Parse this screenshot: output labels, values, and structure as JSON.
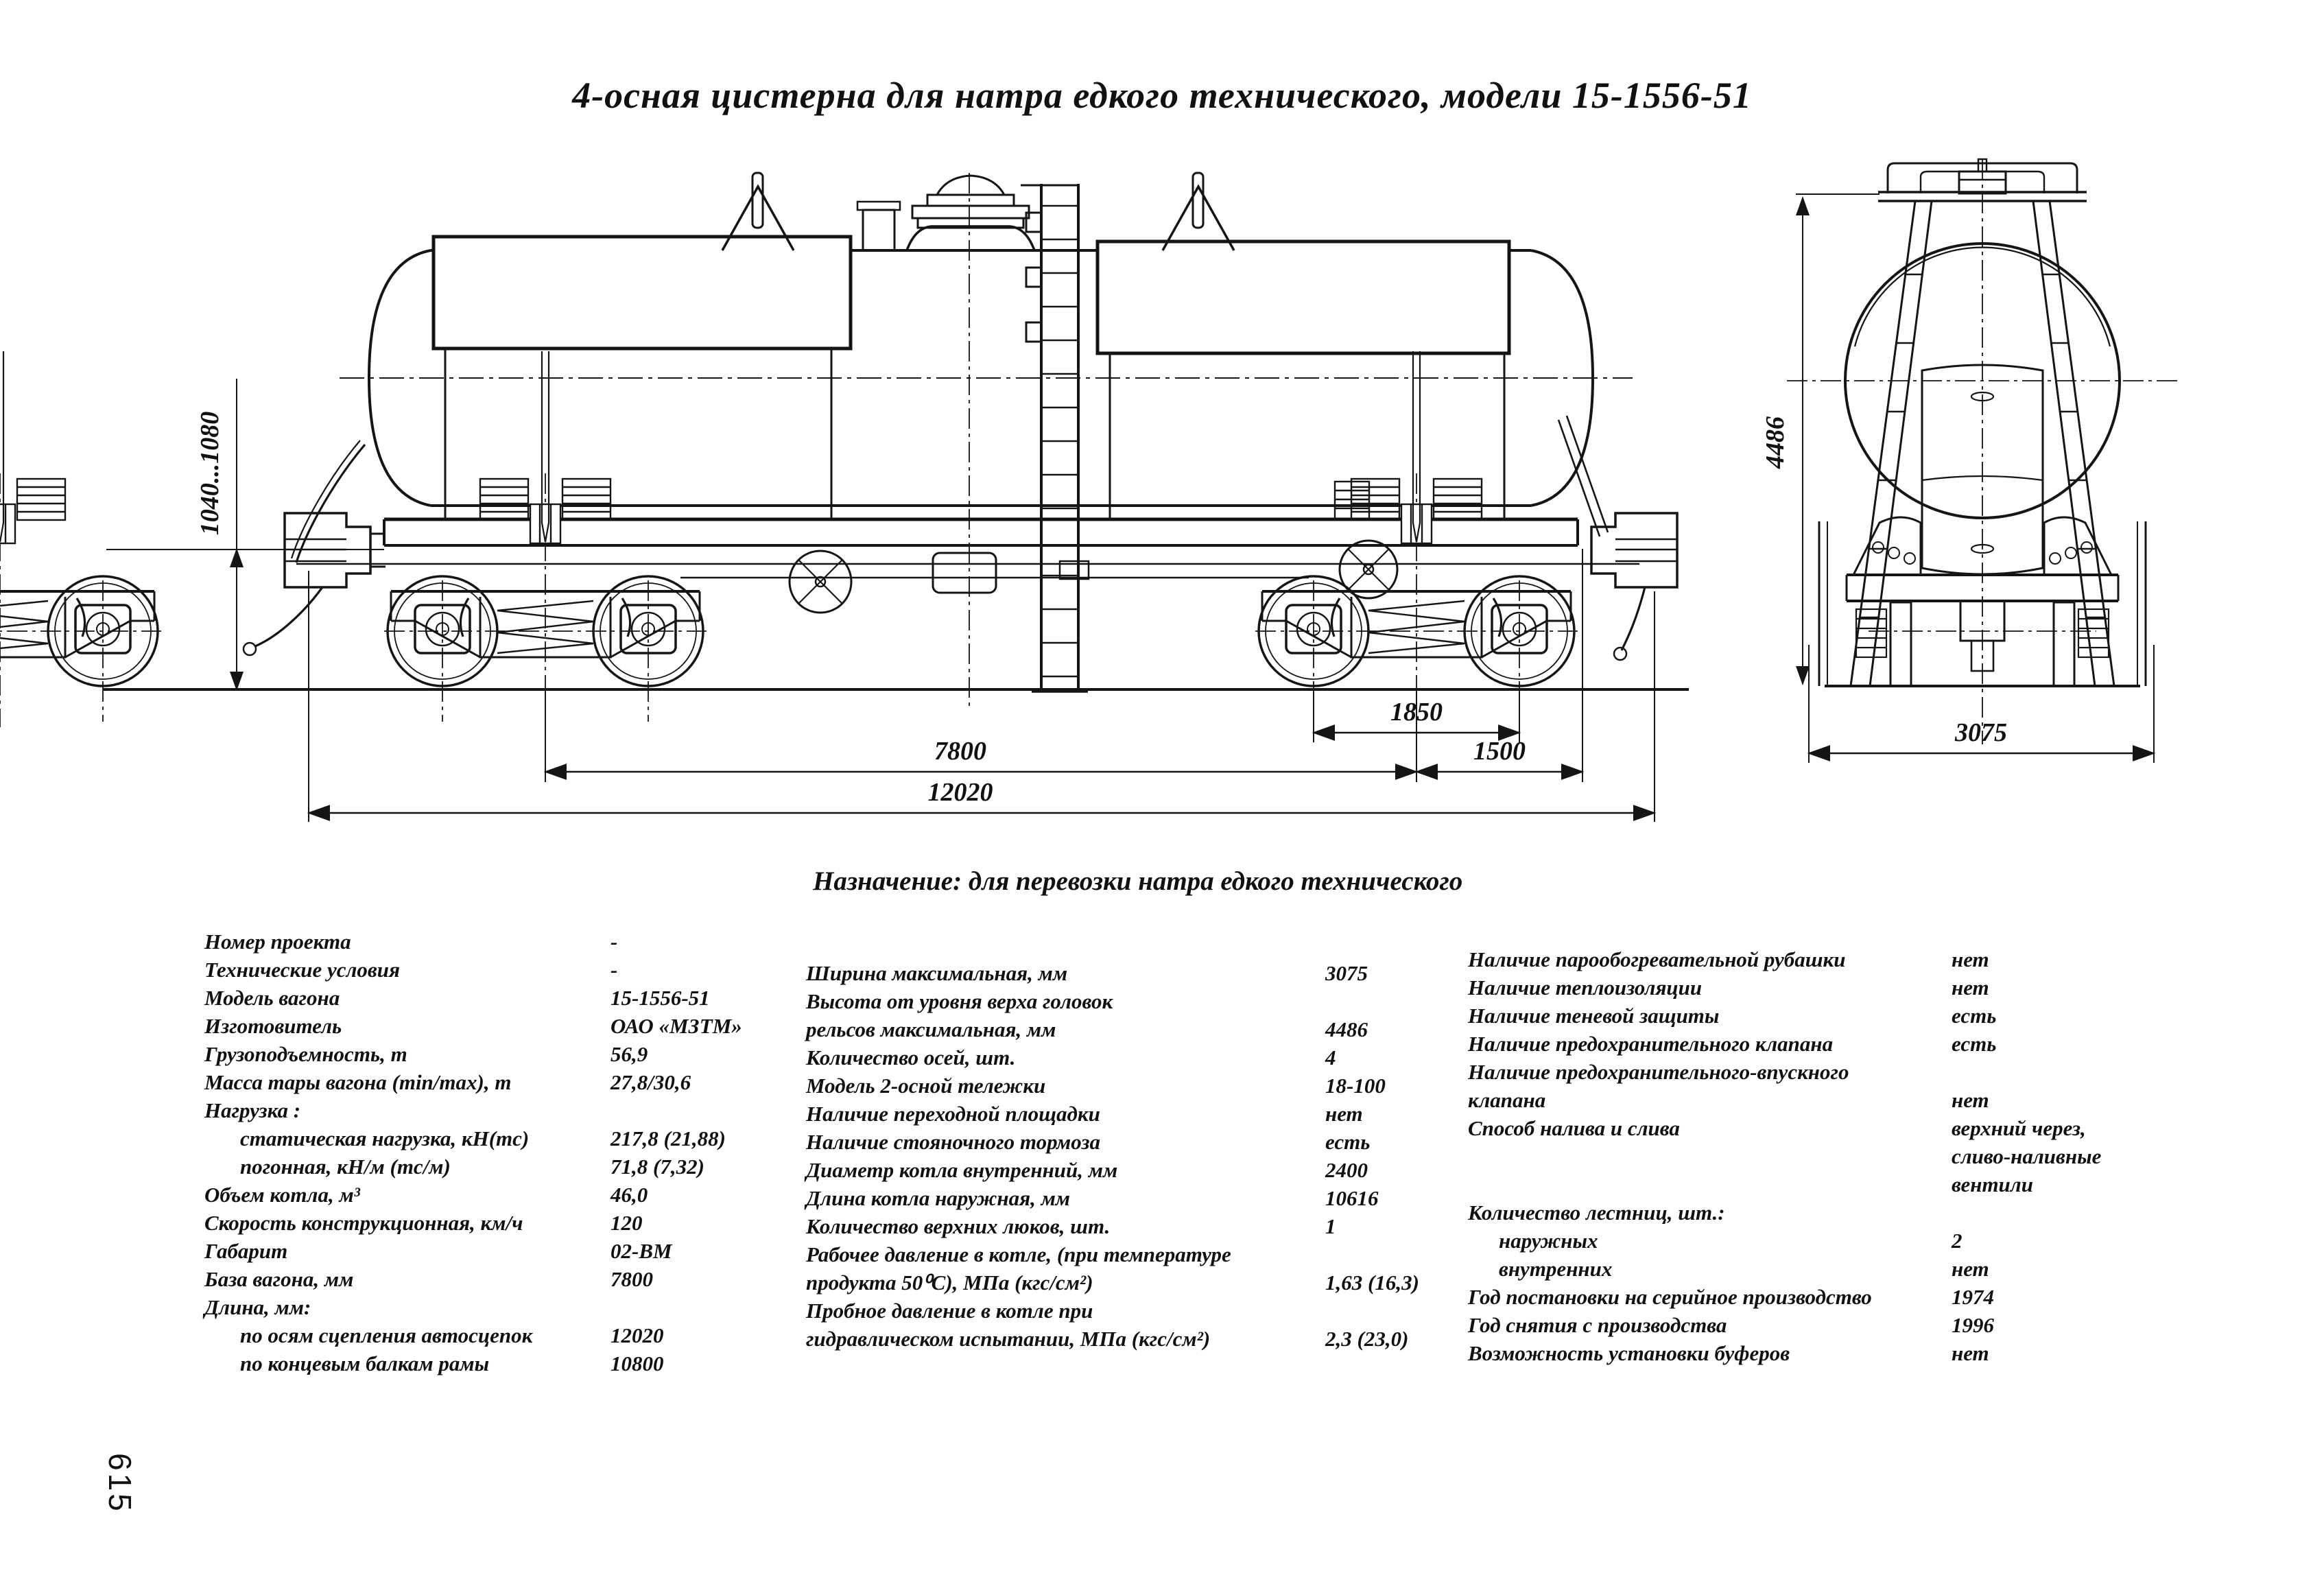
{
  "title": "4-осная цистерна  для натра едкого технического, модели 15-1556-51",
  "purpose": "Назначение: для перевозки натра едкого технического",
  "page_number": "615",
  "drawing": {
    "dimensions": {
      "coupler_axis_height": "1040...1080",
      "max_height": "4486",
      "bogie_wheelbase": "1850",
      "wagon_base": "7800",
      "bogie_center_to_end": "1500",
      "length_over_couplers": "12020",
      "max_width": "3075"
    }
  },
  "specs": {
    "left": [
      {
        "label": "Номер проекта",
        "value": "-"
      },
      {
        "label": "Технические условия",
        "value": "-"
      },
      {
        "label": "Модель вагона",
        "value": "15-1556-51"
      },
      {
        "label": "Изготовитель",
        "value": "ОАО «МЗТМ»"
      },
      {
        "label": "Грузоподъемность, т",
        "value": "56,9"
      },
      {
        "label": "Масса тары вагона (min/max), т",
        "value": "27,8/30,6"
      },
      {
        "label": "Нагрузка :",
        "value": ""
      },
      {
        "label": "статическая нагрузка, кН(тс)",
        "value": "217,8 (21,88)",
        "indent": true
      },
      {
        "label": "погонная, кН/м (тс/м)",
        "value": "71,8 (7,32)",
        "indent": true
      },
      {
        "label": "Объем котла, м³",
        "value": "46,0"
      },
      {
        "label": "Скорость конструкционная, км/ч",
        "value": "120"
      },
      {
        "label": "Габарит",
        "value": "02-ВМ"
      },
      {
        "label": "База вагона, мм",
        "value": "7800"
      },
      {
        "label": "Длина, мм:",
        "value": ""
      },
      {
        "label": "по осям сцепления автосцепок",
        "value": "12020",
        "indent": true
      },
      {
        "label": "по концевым балкам рамы",
        "value": "10800",
        "indent": true
      }
    ],
    "middle": [
      {
        "label": "Ширина максимальная, мм",
        "value": "3075"
      },
      {
        "label": "Высота от уровня верха головок",
        "value": ""
      },
      {
        "label": "рельсов максимальная, мм",
        "value": "4486"
      },
      {
        "label": "Количество осей, шт.",
        "value": "4"
      },
      {
        "label": "Модель 2-осной тележки",
        "value": "18-100"
      },
      {
        "label": "Наличие переходной площадки",
        "value": "нет"
      },
      {
        "label": "Наличие стояночного тормоза",
        "value": "есть"
      },
      {
        "label": "Диаметр котла внутренний, мм",
        "value": "2400"
      },
      {
        "label": "Длина котла наружная, мм",
        "value": "10616"
      },
      {
        "label": "Количество верхних люков, шт.",
        "value": "1"
      },
      {
        "label": "Рабочее давление в котле, (при  температуре",
        "value": ""
      },
      {
        "label": "продукта 50⁰С), МПа (кгс/см²)",
        "value": "1,63 (16,3)"
      },
      {
        "label": "Пробное давление в котле при",
        "value": ""
      },
      {
        "label": "гидравлическом испытании, МПа (кгс/см²)",
        "value": "2,3 (23,0)"
      }
    ],
    "right": [
      {
        "label": "Наличие парообогревательной рубашки",
        "value": "нет"
      },
      {
        "label": "Наличие теплоизоляции",
        "value": "нет"
      },
      {
        "label": "Наличие теневой защиты",
        "value": "есть"
      },
      {
        "label": "Наличие предохранительного клапана",
        "value": "есть"
      },
      {
        "label": "Наличие предохранительного-впускного",
        "value": ""
      },
      {
        "label": "клапана",
        "value": "нет"
      },
      {
        "label": "Способ налива и слива",
        "value": "верхний через,"
      },
      {
        "label": "",
        "value": "сливо-наливные"
      },
      {
        "label": "",
        "value": "вентили"
      },
      {
        "label": "Количество лестниц, шт.:",
        "value": ""
      },
      {
        "label": "наружных",
        "value": "2",
        "indent": true
      },
      {
        "label": "внутренних",
        "value": "нет",
        "indent": true
      },
      {
        "label": "Год постановки на серийное производство",
        "value": "1974"
      },
      {
        "label": "Год снятия с производства",
        "value": "1996"
      },
      {
        "label": "Возможность установки буферов",
        "value": "нет"
      }
    ]
  }
}
